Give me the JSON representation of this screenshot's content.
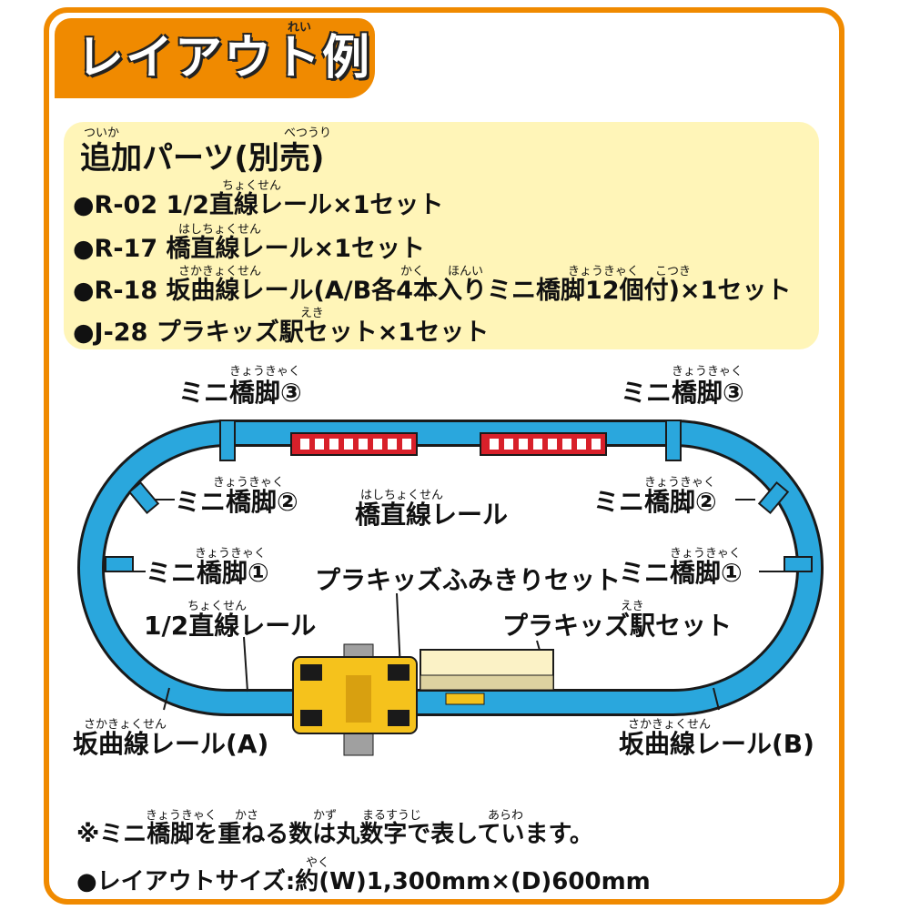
{
  "title": {
    "text": "レイアウト例",
    "ruby": "れい"
  },
  "parts": {
    "heading": "追加パーツ(別売)",
    "heading_ruby": [
      "ついか",
      "べつうり"
    ],
    "items": [
      {
        "text": "●R-02  1/2直線レール×1セット",
        "ruby": "ちょくせん"
      },
      {
        "text": "●R-17  橋直線レール×1セット",
        "ruby": "はしちょくせん"
      },
      {
        "text": "●R-18  坂曲線レール(A/B各4本入りミニ橋脚12個付)×1セット",
        "ruby": [
          "さかきょくせん",
          "かく",
          "ほんい",
          "きょうきゃく",
          "こつき"
        ]
      },
      {
        "text": "●J-28  プラキッズ駅セット×1セット",
        "ruby": "えき"
      }
    ]
  },
  "labels": {
    "pier3_left": "ミニ橋脚③",
    "pier3_right": "ミニ橋脚③",
    "pier2_left": "ミニ橋脚②",
    "pier2_right": "ミニ橋脚②",
    "pier1_left": "ミニ橋脚①",
    "pier1_right": "ミニ橋脚①",
    "pier_ruby": "きょうきゃく",
    "bridge_rail": "橋直線レール",
    "bridge_rail_ruby": "はしちょくせん",
    "crossing_set": "プラキッズふみきりセット",
    "half_rail": "1/2直線レール",
    "half_rail_ruby": "ちょくせん",
    "station_set": "プラキッズ駅セット",
    "station_ruby": "えき",
    "slope_a": "坂曲線レール(A)",
    "slope_b": "坂曲線レール(B)",
    "slope_ruby": "さかきょくせん"
  },
  "notes": {
    "note1": "※ミニ橋脚を重ねる数は丸数字で表しています。",
    "note1_ruby": [
      "きょうきゃく",
      "かさ",
      "かず",
      "まるすうじ",
      "あらわ"
    ],
    "note2": "●レイアウトサイズ:約(W)1,300mm×(D)600mm",
    "note2_ruby": "やく"
  },
  "colors": {
    "accent_orange": "#f08a00",
    "panel_yellow": "#fff5b8",
    "rail_blue": "#2aa7dd",
    "bridge_red": "#d8202a",
    "crossing_yellow": "#f5c21c"
  }
}
